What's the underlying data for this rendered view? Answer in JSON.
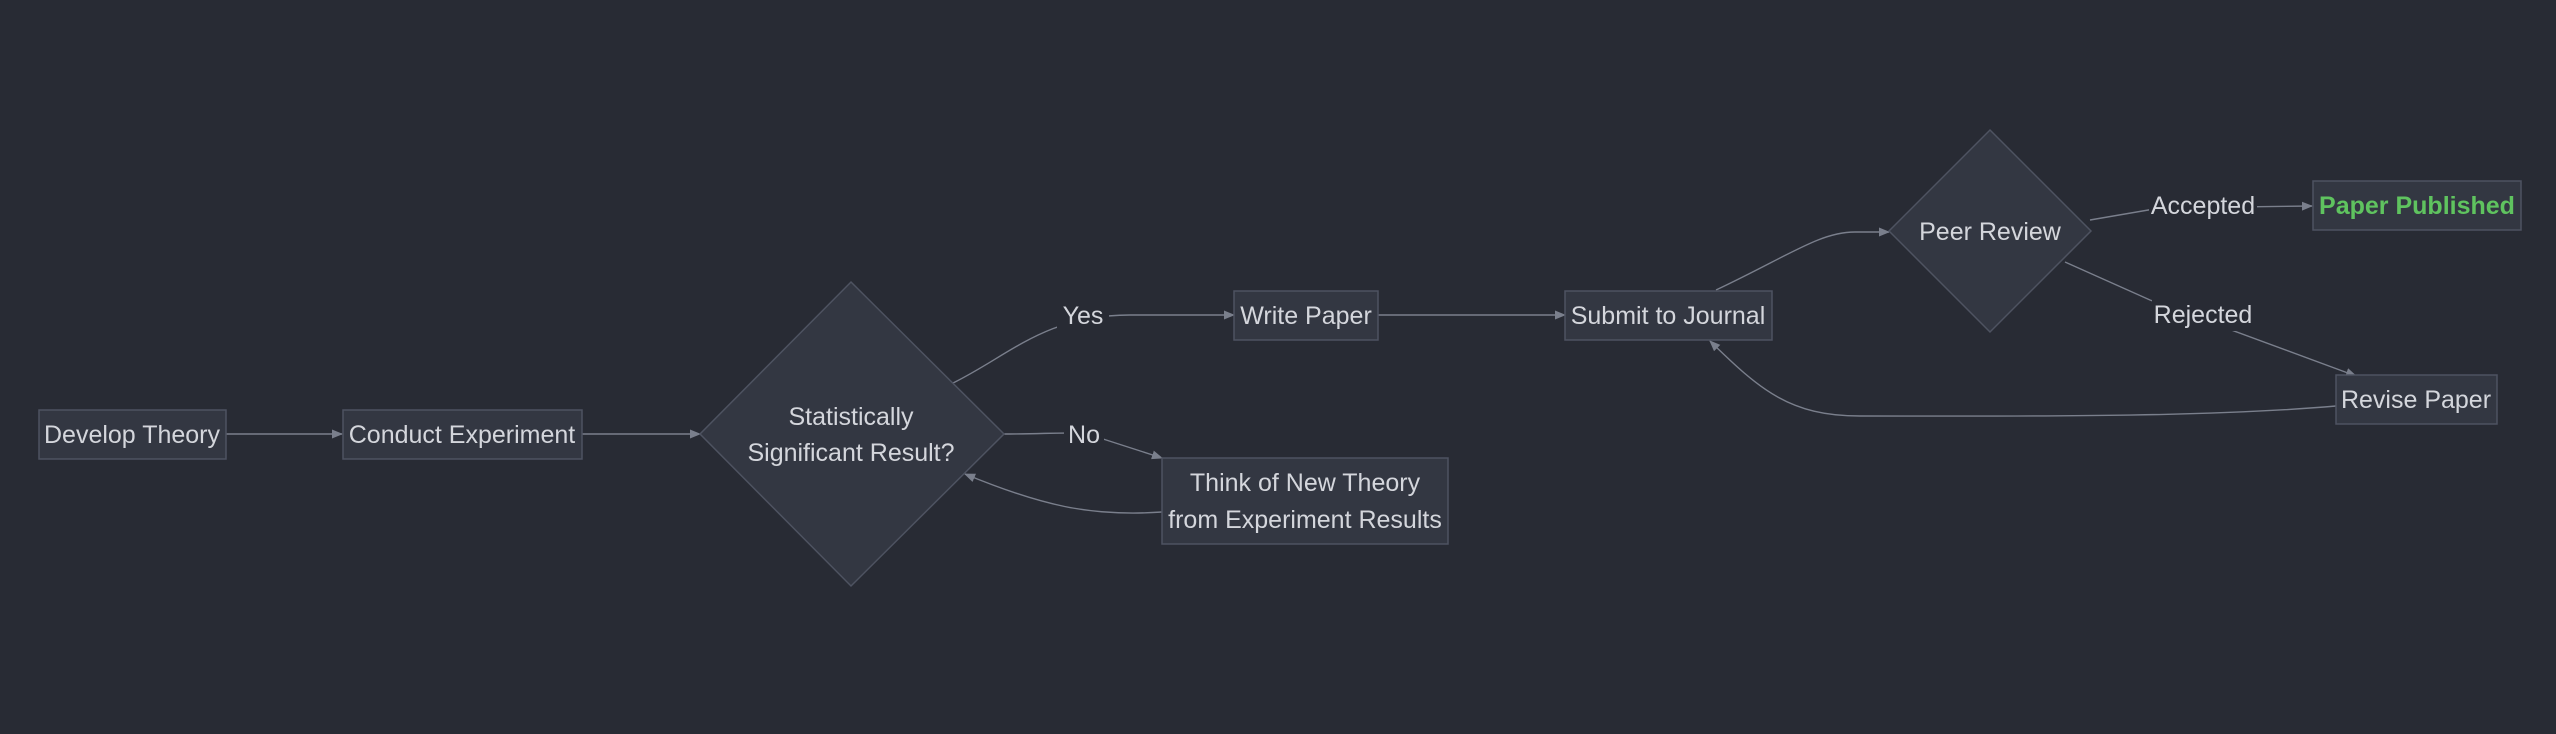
{
  "diagram": {
    "nodes": {
      "develop_theory": "Develop Theory",
      "conduct_experiment": "Conduct Experiment",
      "significant_line1": "Statistically",
      "significant_line2": "Significant Result?",
      "write_paper": "Write Paper",
      "new_theory_line1": "Think of New Theory",
      "new_theory_line2": "from Experiment Results",
      "submit_journal": "Submit to Journal",
      "peer_review": "Peer Review",
      "paper_published": "Paper Published",
      "revise_paper": "Revise Paper"
    },
    "edge_labels": {
      "yes": "Yes",
      "no": "No",
      "accepted": "Accepted",
      "rejected": "Rejected"
    },
    "colors": {
      "background": "#282b34",
      "node_fill": "#333742",
      "node_stroke": "#4e5361",
      "edge": "#7a7f8c",
      "text": "#d4d6dc",
      "published_text": "#5fc35f"
    }
  }
}
